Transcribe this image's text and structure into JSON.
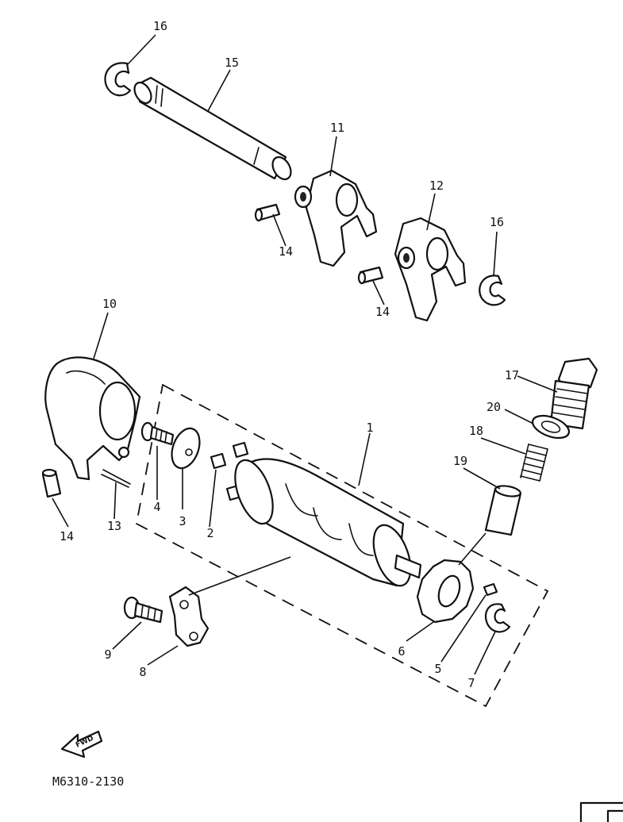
{
  "diagram_code": "M6310-2130",
  "fwd_label": "FWD",
  "callouts": {
    "c1": "1",
    "c2": "2",
    "c3": "3",
    "c4": "4",
    "c5": "5",
    "c6": "6",
    "c7": "7",
    "c8": "8",
    "c9": "9",
    "c10": "10",
    "c11": "11",
    "c12": "12",
    "c13": "13",
    "c14a": "14",
    "c14b": "14",
    "c14c": "14",
    "c15": "15",
    "c16a": "16",
    "c16b": "16",
    "c17": "17",
    "c18": "18",
    "c19": "19",
    "c20": "20"
  }
}
